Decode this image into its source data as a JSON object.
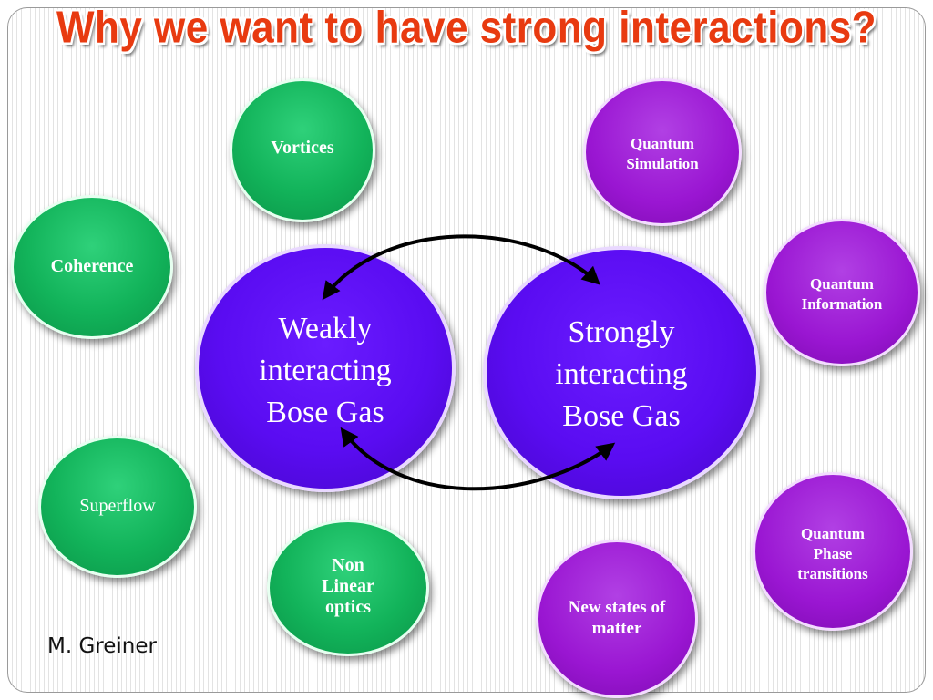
{
  "title": "Why we want to have strong interactions?",
  "center": {
    "weak": "Weakly interacting Bose Gas",
    "strong": "Strongly interacting Bose Gas"
  },
  "green_bubbles": {
    "vortices": "Vortices",
    "coherence": "Coherence",
    "superflow": "Superflow",
    "nonlinear": "Non Linear optics"
  },
  "purple_bubbles": {
    "quantum_simulation": "Quantum Simulation",
    "quantum_information": "Quantum Information",
    "quantum_phase_transitions": "Quantum Phase transitions",
    "new_states": "New states of matter"
  },
  "author": "M. Greiner",
  "colors": {
    "title": "#e83a10",
    "green": "#12b35a",
    "purple": "#9a16d2",
    "center": "#5a0cf2",
    "arrow": "#000000"
  }
}
